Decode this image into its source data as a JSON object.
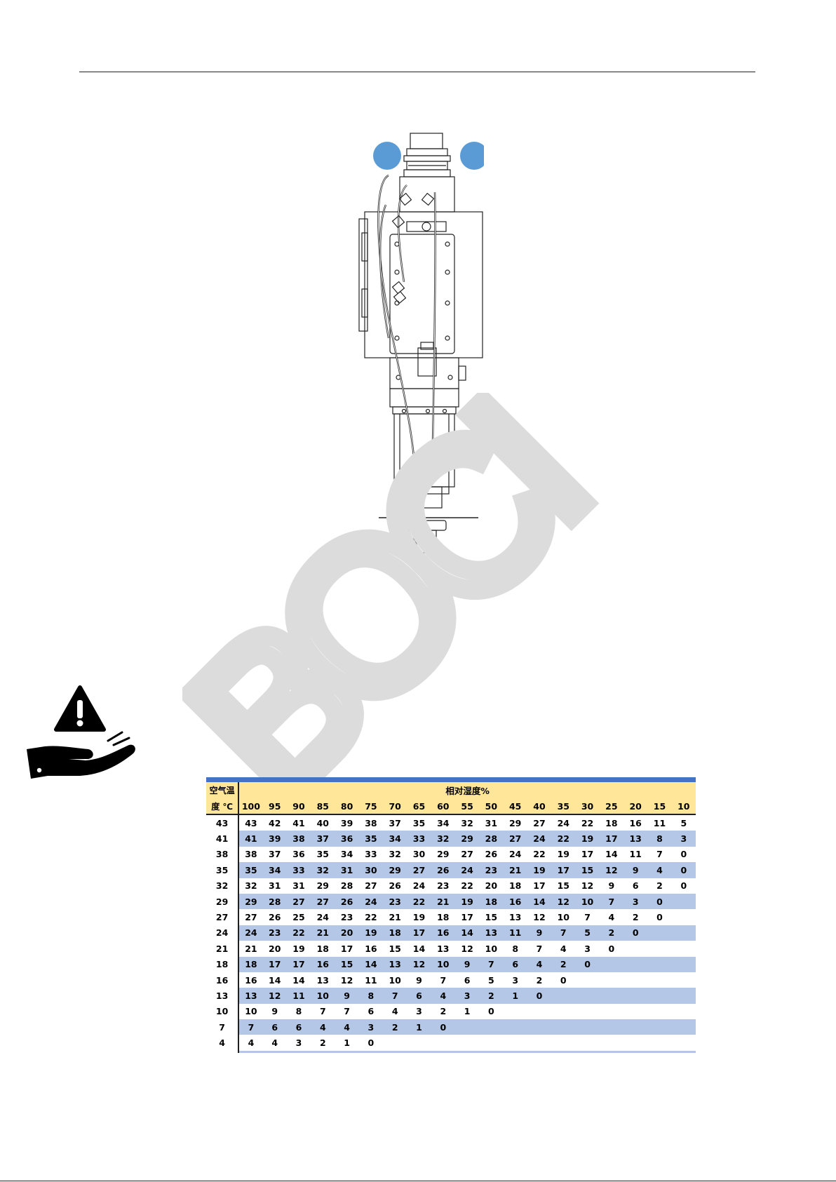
{
  "table": {
    "corner_line1": "空气温",
    "corner_line2": "度 ℃",
    "group_header": "相对湿度%",
    "humidity_columns": [
      "100",
      "95",
      "90",
      "85",
      "80",
      "75",
      "70",
      "65",
      "60",
      "55",
      "50",
      "45",
      "40",
      "35",
      "30",
      "25",
      "20",
      "15",
      "10"
    ],
    "rows": [
      {
        "temp": "43",
        "values": [
          "43",
          "42",
          "41",
          "40",
          "39",
          "38",
          "37",
          "35",
          "34",
          "32",
          "31",
          "29",
          "27",
          "24",
          "22",
          "18",
          "16",
          "11",
          "5"
        ]
      },
      {
        "temp": "41",
        "values": [
          "41",
          "39",
          "38",
          "37",
          "36",
          "35",
          "34",
          "33",
          "32",
          "29",
          "28",
          "27",
          "24",
          "22",
          "19",
          "17",
          "13",
          "8",
          "3"
        ]
      },
      {
        "temp": "38",
        "values": [
          "38",
          "37",
          "36",
          "35",
          "34",
          "33",
          "32",
          "30",
          "29",
          "27",
          "26",
          "24",
          "22",
          "19",
          "17",
          "14",
          "11",
          "7",
          "0"
        ]
      },
      {
        "temp": "35",
        "values": [
          "35",
          "34",
          "33",
          "32",
          "31",
          "30",
          "29",
          "27",
          "26",
          "24",
          "23",
          "21",
          "19",
          "17",
          "15",
          "12",
          "9",
          "4",
          "0"
        ]
      },
      {
        "temp": "32",
        "values": [
          "32",
          "31",
          "31",
          "29",
          "28",
          "27",
          "26",
          "24",
          "23",
          "22",
          "20",
          "18",
          "17",
          "15",
          "12",
          "9",
          "6",
          "2",
          "0"
        ]
      },
      {
        "temp": "29",
        "values": [
          "29",
          "28",
          "27",
          "27",
          "26",
          "24",
          "23",
          "22",
          "21",
          "19",
          "18",
          "16",
          "14",
          "12",
          "10",
          "7",
          "3",
          "0",
          ""
        ]
      },
      {
        "temp": "27",
        "values": [
          "27",
          "26",
          "25",
          "24",
          "23",
          "22",
          "21",
          "19",
          "18",
          "17",
          "15",
          "13",
          "12",
          "10",
          "7",
          "4",
          "2",
          "0",
          ""
        ]
      },
      {
        "temp": "24",
        "values": [
          "24",
          "23",
          "22",
          "21",
          "20",
          "19",
          "18",
          "17",
          "16",
          "14",
          "13",
          "11",
          "9",
          "7",
          "5",
          "2",
          "0",
          "",
          ""
        ]
      },
      {
        "temp": "21",
        "values": [
          "21",
          "20",
          "19",
          "18",
          "17",
          "16",
          "15",
          "14",
          "13",
          "12",
          "10",
          "8",
          "7",
          "4",
          "3",
          "0",
          "",
          "",
          ""
        ]
      },
      {
        "temp": "18",
        "values": [
          "18",
          "17",
          "17",
          "16",
          "15",
          "14",
          "13",
          "12",
          "10",
          "9",
          "7",
          "6",
          "4",
          "2",
          "0",
          "",
          "",
          "",
          ""
        ]
      },
      {
        "temp": "16",
        "values": [
          "16",
          "14",
          "14",
          "13",
          "12",
          "11",
          "10",
          "9",
          "7",
          "6",
          "5",
          "3",
          "2",
          "0",
          "",
          "",
          "",
          "",
          ""
        ]
      },
      {
        "temp": "13",
        "values": [
          "13",
          "12",
          "11",
          "10",
          "9",
          "8",
          "7",
          "6",
          "4",
          "3",
          "2",
          "1",
          "0",
          "",
          "",
          "",
          "",
          "",
          ""
        ]
      },
      {
        "temp": "10",
        "values": [
          "10",
          "9",
          "8",
          "7",
          "7",
          "6",
          "4",
          "3",
          "2",
          "1",
          "0",
          "",
          "",
          "",
          "",
          "",
          "",
          "",
          ""
        ]
      },
      {
        "temp": "7",
        "values": [
          "7",
          "6",
          "6",
          "4",
          "4",
          "3",
          "2",
          "1",
          "0",
          "",
          "",
          "",
          "",
          "",
          "",
          "",
          "",
          "",
          ""
        ]
      },
      {
        "temp": "4",
        "values": [
          "4",
          "4",
          "3",
          "2",
          "1",
          "0",
          "",
          "",
          "",
          "",
          "",
          "",
          "",
          "",
          "",
          "",
          "",
          "",
          ""
        ]
      }
    ]
  },
  "watermark": {
    "text": "BOCI",
    "color": "#d9d9d9"
  },
  "figure": {
    "callout_color": "#5b9bd5"
  },
  "icons": {
    "warning": "hand-holding-warning-icon"
  },
  "colors": {
    "table_bar": "#4472c4",
    "header_fill": "#ffe699",
    "alt_row_fill": "#b4c7e7"
  }
}
